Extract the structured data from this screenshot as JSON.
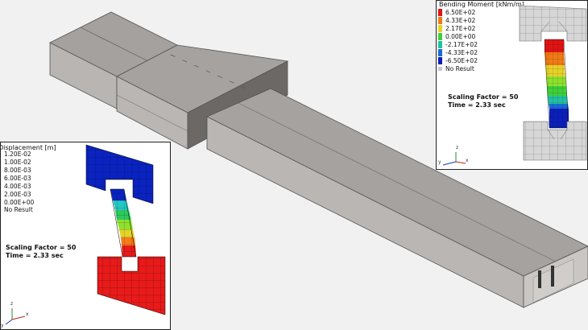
{
  "displacement_panel": {
    "title": "Displacement [m]",
    "legend": [
      {
        "label": "1.20E-02",
        "color": "#e81a1a"
      },
      {
        "label": "1.00E-02",
        "color": "#f57c1a"
      },
      {
        "label": "8.00E-03",
        "color": "#e3d32a"
      },
      {
        "label": "6.00E-03",
        "color": "#8ee02d"
      },
      {
        "label": "4.00E-03",
        "color": "#2ec95e"
      },
      {
        "label": "2.00E-03",
        "color": "#26c8c3"
      },
      {
        "label": "0.00E+00",
        "color": "#0a23c0"
      }
    ],
    "no_result": "No Result",
    "scaling_factor": "Scaling Factor = 50",
    "time": "Time = 2.33 sec",
    "triad": {
      "x": "x",
      "y": "y",
      "z": "z"
    }
  },
  "bending_panel": {
    "title": "Bending Moment [kNm/m]",
    "legend": [
      {
        "label": "6.50E+02",
        "color": "#e01414"
      },
      {
        "label": "4.33E+02",
        "color": "#f07a16"
      },
      {
        "label": "2.17E+02",
        "color": "#e6d12a"
      },
      {
        "label": "0.00E+00",
        "color": "#3fcf3a"
      },
      {
        "label": "-2.17E+02",
        "color": "#23c0a0"
      },
      {
        "label": "-4.33E+02",
        "color": "#1a6bd4"
      },
      {
        "label": "-6.50E+02",
        "color": "#0b1fb8"
      }
    ],
    "no_result": "No Result",
    "scaling_factor": "Scaling Factor = 50",
    "time": "Time = 2.33 sec",
    "triad": {
      "x": "x",
      "y": "y",
      "z": "z"
    }
  },
  "colors": {
    "background": "#f1f1f1",
    "model_top": "#a29f9c",
    "model_side_light": "#b7b4b1",
    "model_side_dark": "#6b6865",
    "undeformed_mesh": "#d6d6d6"
  }
}
